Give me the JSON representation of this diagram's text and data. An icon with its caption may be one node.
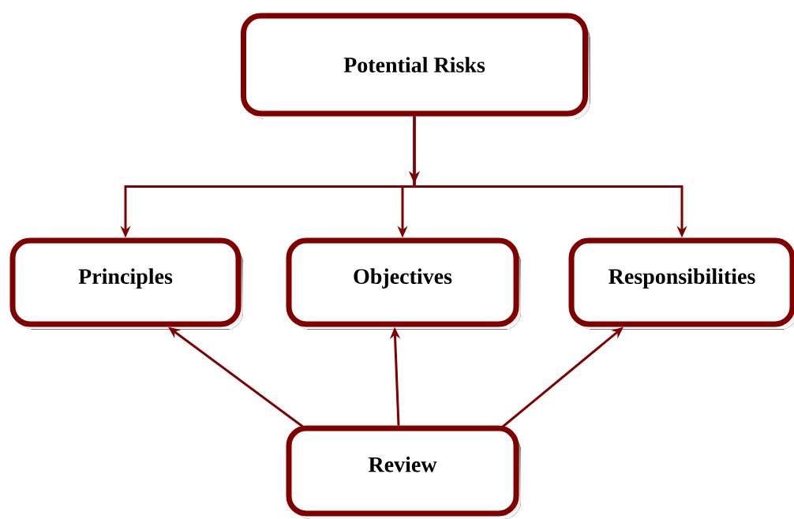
{
  "diagram": {
    "nodes": [
      {
        "text": [
          "Potential Risks"
        ]
      },
      {
        "text": [
          "Principles"
        ]
      },
      {
        "text": [
          "Objectives"
        ]
      },
      {
        "text": [
          "Responsibilities"
        ]
      },
      {
        "text": [
          "Review"
        ]
      }
    ],
    "edges": [
      {
        "from": 0,
        "to": 1,
        "arrow": "to"
      },
      {
        "from": 0,
        "to": 2,
        "arrow": "to"
      },
      {
        "from": 0,
        "to": 3,
        "arrow": "to"
      },
      {
        "from": 4,
        "to": 1,
        "arrow": "to"
      },
      {
        "from": 4,
        "to": 2,
        "arrow": "to"
      },
      {
        "from": 4,
        "to": 3,
        "arrow": "to"
      }
    ]
  }
}
